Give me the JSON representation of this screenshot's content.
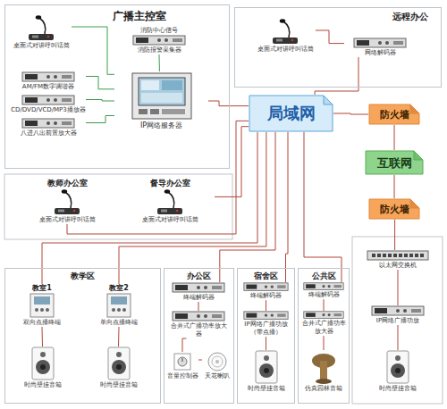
{
  "diagram": {
    "nodes": [
      {
        "text": [
          "广播主控室"
        ]
      },
      {
        "text": [
          "桌面式对讲呼叫话筒"
        ],
        "in": 0
      },
      {
        "text": [
          "AM/FM数字调谐器"
        ],
        "in": 0
      },
      {
        "text": [
          "CD/DVD/VCD/MP3播放器"
        ],
        "in": 0
      },
      {
        "text": [
          "八进八出前置放大器"
        ],
        "in": 0
      },
      {
        "text": [
          "消防中心信号",
          "消防报警采集器"
        ],
        "in": 0
      },
      {
        "text": [
          "IP网络服务器"
        ],
        "in": 0
      },
      {
        "text": [
          "远程办公"
        ]
      },
      {
        "text": [
          "桌面式对讲呼叫话筒"
        ],
        "in": 7
      },
      {
        "text": [
          "网络解码器"
        ],
        "in": 7
      },
      {
        "text": [
          "局域网"
        ]
      },
      {
        "text": [
          "防火墙"
        ]
      },
      {
        "text": [
          "互联网"
        ]
      },
      {
        "text": [
          "防火墙"
        ]
      },
      {
        "text": [
          "教师办公室",
          "桌面式对讲呼叫话筒"
        ]
      },
      {
        "text": [
          "督导办公室",
          "桌面式对讲呼叫话筒"
        ]
      },
      {
        "text": [
          "教学区"
        ]
      },
      {
        "text": [
          "教室1",
          "双向点播终端"
        ],
        "in": 16
      },
      {
        "text": [
          "教室2",
          "单向点播终端"
        ],
        "in": 16
      },
      {
        "text": [
          "时尚壁挂音箱"
        ],
        "in": 16
      },
      {
        "text": [
          "时尚壁挂音箱"
        ],
        "in": 16
      },
      {
        "text": [
          "办公区"
        ]
      },
      {
        "text": [
          "终端解码器"
        ],
        "in": 21
      },
      {
        "text": [
          "合并式广播功率放大器"
        ],
        "in": 21
      },
      {
        "text": [
          "音量控制器"
        ],
        "in": 21
      },
      {
        "text": [
          "天花喇叭"
        ],
        "in": 21
      },
      {
        "text": [
          "宿舍区"
        ]
      },
      {
        "text": [
          "终端解码器"
        ],
        "in": 26
      },
      {
        "text": [
          "IP网络广播功放（带点播）"
        ],
        "in": 26
      },
      {
        "text": [
          "时尚壁挂音箱"
        ],
        "in": 26
      },
      {
        "text": [
          "公共区"
        ]
      },
      {
        "text": [
          "终端解码器"
        ],
        "in": 30
      },
      {
        "text": [
          "合并式广播功率放大器"
        ],
        "in": 30
      },
      {
        "text": [
          "仿真园林音箱"
        ],
        "in": 30
      },
      {
        "text": [
          "以太网交换机"
        ]
      },
      {
        "text": [
          "IP网络广播功放"
        ]
      },
      {
        "text": [
          "时尚壁挂音箱"
        ]
      }
    ],
    "edges": [
      {
        "from": 1,
        "to": 6,
        "arrow": "none"
      },
      {
        "from": 2,
        "to": 6,
        "arrow": "none"
      },
      {
        "from": 3,
        "to": 6,
        "arrow": "none"
      },
      {
        "from": 4,
        "to": 6,
        "arrow": "none"
      },
      {
        "from": 5,
        "to": 6,
        "arrow": "none"
      },
      {
        "from": 6,
        "to": 10,
        "arrow": "none"
      },
      {
        "from": 8,
        "to": 9,
        "arrow": "none"
      },
      {
        "from": 9,
        "to": 10,
        "arrow": "none"
      },
      {
        "from": 10,
        "to": 11,
        "arrow": "none"
      },
      {
        "from": 11,
        "to": 12,
        "arrow": "none"
      },
      {
        "from": 12,
        "to": 13,
        "arrow": "none"
      },
      {
        "from": 13,
        "to": 34,
        "arrow": "none"
      },
      {
        "from": 14,
        "to": 10,
        "arrow": "none"
      },
      {
        "from": 15,
        "to": 10,
        "arrow": "none"
      },
      {
        "from": 17,
        "to": 10,
        "arrow": "none"
      },
      {
        "from": 18,
        "to": 10,
        "arrow": "none"
      },
      {
        "from": 22,
        "to": 10,
        "arrow": "none"
      },
      {
        "from": 27,
        "to": 10,
        "arrow": "none"
      },
      {
        "from": 31,
        "to": 10,
        "arrow": "none"
      },
      {
        "from": 17,
        "to": 19,
        "arrow": "none"
      },
      {
        "from": 18,
        "to": 20,
        "arrow": "none"
      },
      {
        "from": 22,
        "to": 23,
        "arrow": "none"
      },
      {
        "from": 23,
        "to": 24,
        "arrow": "none"
      },
      {
        "from": 24,
        "to": 25,
        "arrow": "none"
      },
      {
        "from": 27,
        "to": 28,
        "arrow": "none"
      },
      {
        "from": 28,
        "to": 29,
        "arrow": "none"
      },
      {
        "from": 31,
        "to": 32,
        "arrow": "none"
      },
      {
        "from": 32,
        "to": 33,
        "arrow": "none"
      },
      {
        "from": 34,
        "to": 35,
        "arrow": "none"
      },
      {
        "from": 35,
        "to": 36,
        "arrow": "none"
      }
    ]
  }
}
